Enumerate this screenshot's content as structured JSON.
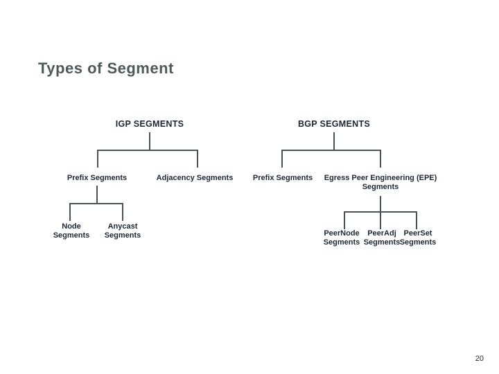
{
  "slide": {
    "title": "Types of Segment",
    "page_number": "20"
  },
  "colors": {
    "background": "#ffffff",
    "title": "#4d5a58",
    "label": "#1c2632",
    "line": "#4a5257",
    "page_number": "#222222"
  },
  "diagram": {
    "type": "tree",
    "igp": {
      "root": "IGP SEGMENTS",
      "prefix": "Prefix Segments",
      "adjacency": "Adjacency Segments",
      "node": "Node Segments",
      "anycast": "Anycast Segments"
    },
    "bgp": {
      "root": "BGP SEGMENTS",
      "prefix": "Prefix Segments",
      "epe": "Egress Peer Engineering (EPE) Segments",
      "peernode": "PeerNode Segments",
      "peeradj": "PeerAdj Segments",
      "peerset": "PeerSet Segments"
    }
  }
}
